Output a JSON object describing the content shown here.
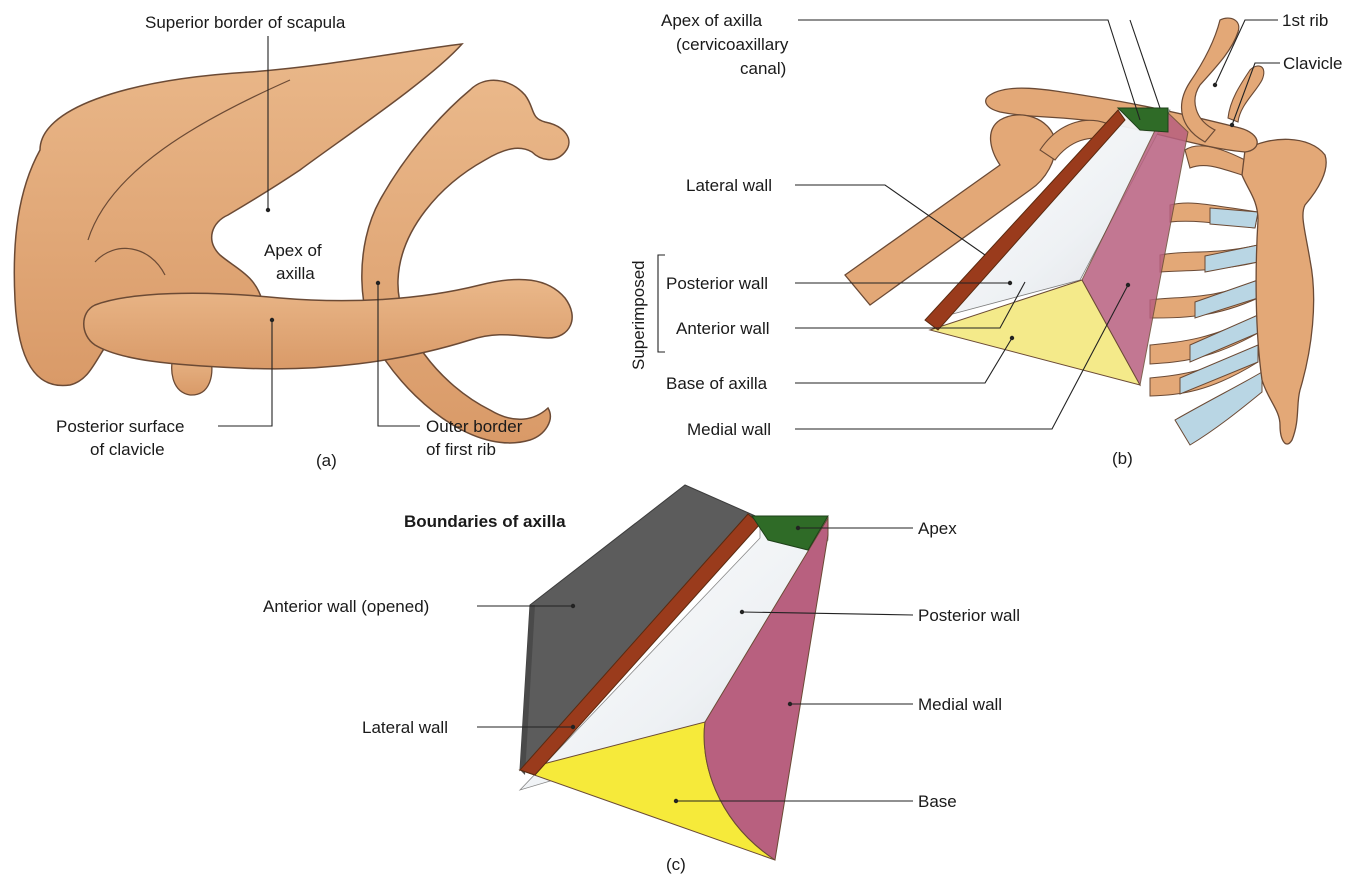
{
  "panel_a": {
    "caption": "(a)",
    "labels": {
      "superior_border": "Superior border of scapula",
      "apex_line1": "Apex of",
      "apex_line2": "axilla",
      "posterior_surface_line1": "Posterior surface",
      "posterior_surface_line2": "of clavicle",
      "outer_border_line1": "Outer border",
      "outer_border_line2": "of first rib"
    }
  },
  "panel_b": {
    "caption": "(b)",
    "labels": {
      "apex_line1": "Apex of axilla",
      "apex_line2": "(cervicoaxillary",
      "apex_line3": "canal)",
      "first_rib": "1st rib",
      "clavicle": "Clavicle",
      "lateral_wall": "Lateral wall",
      "superimposed": "Superimposed",
      "posterior_wall": "Posterior wall",
      "anterior_wall": "Anterior wall",
      "base": "Base of axilla",
      "medial_wall": "Medial wall"
    }
  },
  "panel_c": {
    "caption": "(c)",
    "title": "Boundaries of axilla",
    "labels": {
      "apex": "Apex",
      "anterior_wall": "Anterior wall (opened)",
      "posterior_wall": "Posterior wall",
      "lateral_wall": "Lateral wall",
      "medial_wall": "Medial wall",
      "base": "Base"
    }
  },
  "colors": {
    "bone": "#e3a877",
    "bone_outline": "#6b4a35",
    "cartilage": "#b9d6e4",
    "anterior_wall": "#5c5c5c",
    "lateral_wall": "#9a3b1c",
    "posterior_wall": "#f3f1ea",
    "medial_wall": "#b8607f",
    "base": "#f4ea55",
    "apex": "#2f6b27"
  }
}
